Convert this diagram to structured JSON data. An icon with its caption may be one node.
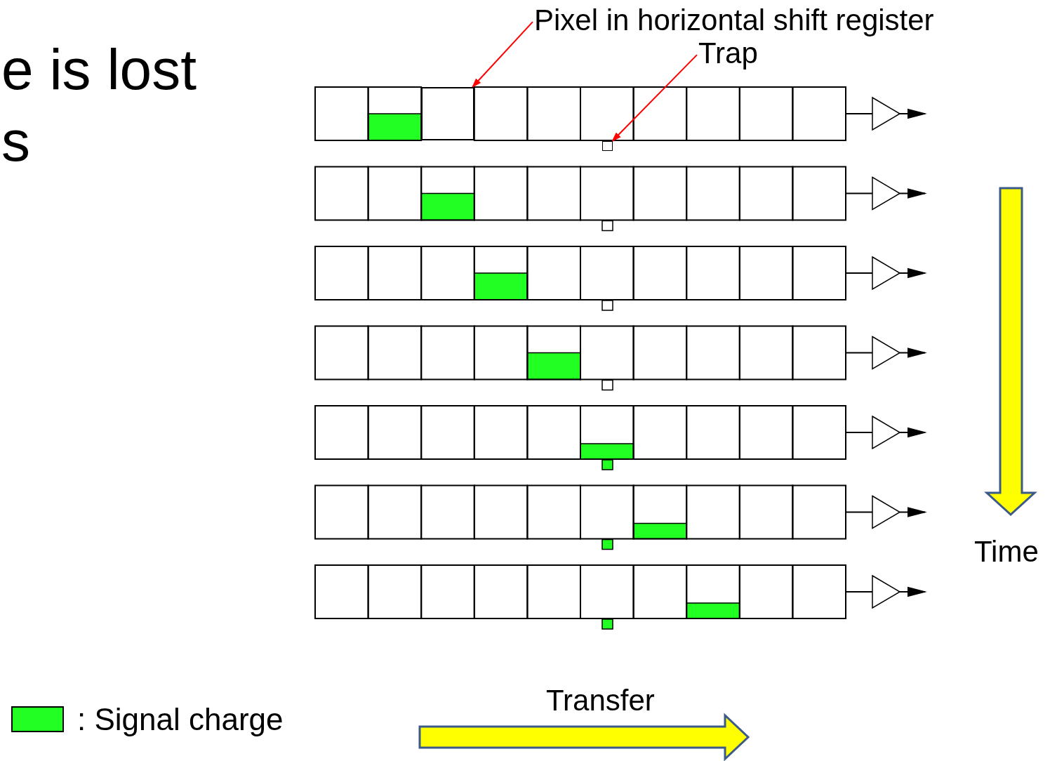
{
  "diagram": {
    "nodes": [
      {
        "text": [
          "Pixel in horizontal shift register"
        ]
      },
      {
        "text": [
          "Trap"
        ]
      },
      {
        "text": [],
        "shape": "box"
      },
      {
        "text": [],
        "shape": "box"
      }
    ],
    "edges": [
      {
        "from": 0,
        "to": 2,
        "arrow": "to",
        "color": "#ff0000"
      },
      {
        "from": 1,
        "to": 3,
        "arrow": "to",
        "color": "#ff0000"
      }
    ],
    "labels": [
      "e is lost",
      "s",
      "Time",
      "Transfer"
    ],
    "legend": [
      {
        "text": ": Signal charge",
        "color": "#22ff22"
      }
    ]
  }
}
